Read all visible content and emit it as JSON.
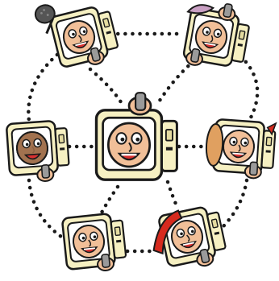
{
  "illustration": {
    "subject": "network-of-computer-users",
    "colors": {
      "background": "#ffffff",
      "outline": "#1a1a1a",
      "monitor": "#f6f0c2",
      "monitor_shade": "#e4dba0",
      "skin": "#f1bf98",
      "skin_dark": "#9a6a48",
      "mouth": "#d83030",
      "phone": "#9a9a9a",
      "link": "#1a1a1a",
      "red_hat": "#d62a1e",
      "tan_hat": "#e0a060",
      "mic": "#555555",
      "pink_hat": "#caa0c4"
    },
    "nodes": [
      {
        "id": "top-left",
        "accessory": "microphone"
      },
      {
        "id": "top-right",
        "accessory": "cap"
      },
      {
        "id": "middle-left",
        "accessory": "none"
      },
      {
        "id": "center",
        "accessory": "none"
      },
      {
        "id": "middle-right",
        "accessory": "wide-brim-hat"
      },
      {
        "id": "bottom-left",
        "accessory": "none"
      },
      {
        "id": "bottom-right",
        "accessory": "red-hat"
      }
    ]
  }
}
